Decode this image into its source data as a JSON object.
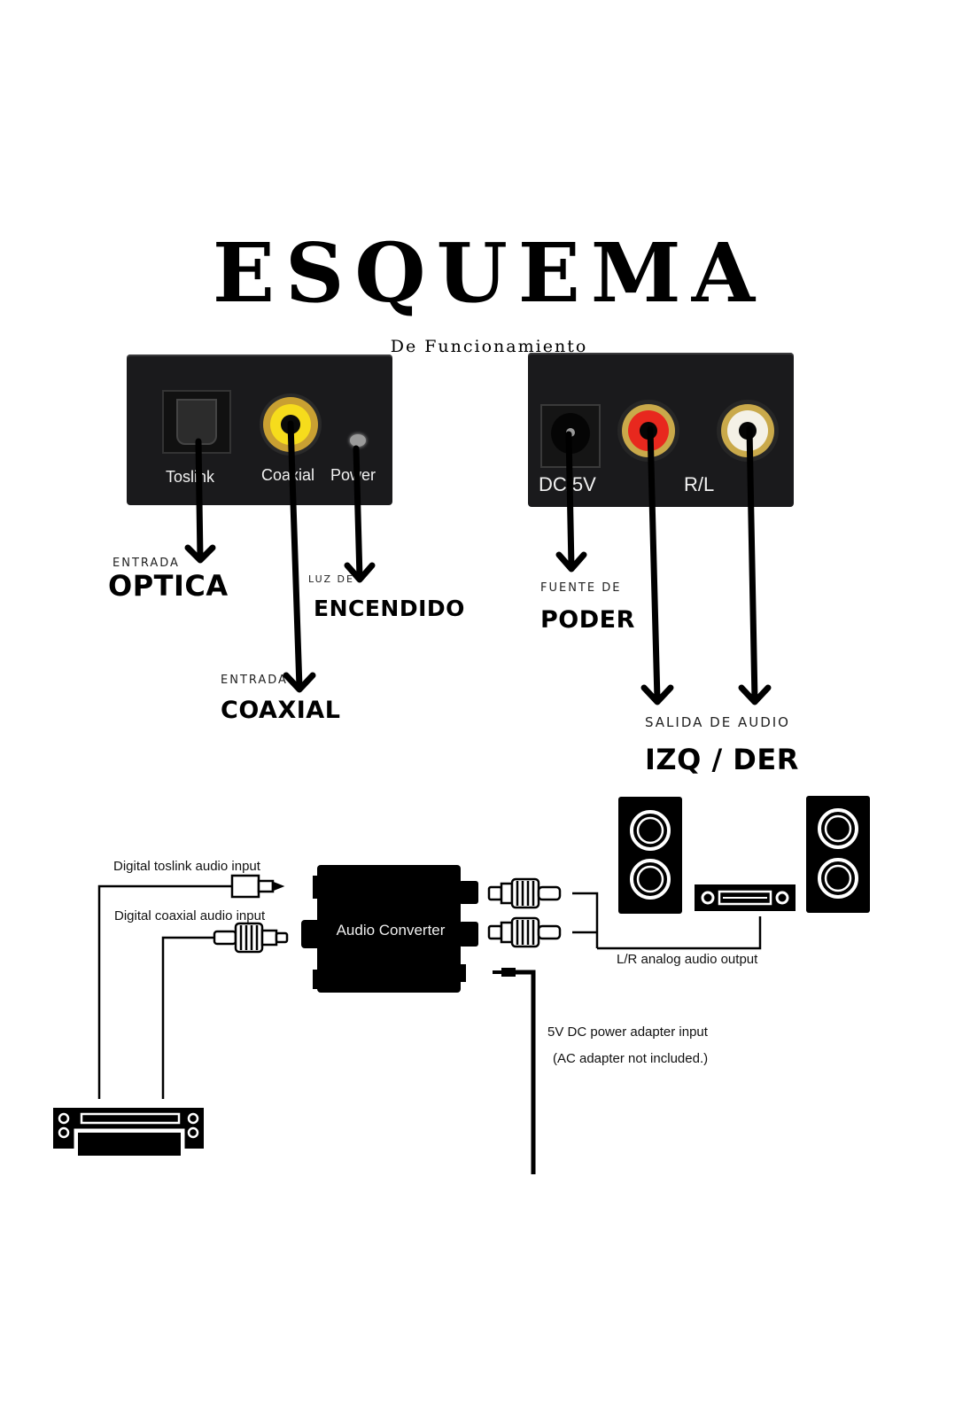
{
  "header": {
    "title": "ESQUEMA",
    "subtitle": "De Funcionamiento"
  },
  "front_panel": {
    "ports": [
      {
        "label": "Toslink",
        "color": "#2a2a2a"
      },
      {
        "label": "Coaxial",
        "color": "#f2d21b"
      },
      {
        "label": "Power",
        "color": "#8a8a8a"
      }
    ]
  },
  "back_panel": {
    "labels": {
      "dc": "DC/5V",
      "rl": "R/L"
    },
    "jack_colors": {
      "left": "#e8281e",
      "right": "#f4f1e6"
    }
  },
  "callouts": [
    {
      "small": "ENTRADA",
      "big": "OPTICA"
    },
    {
      "small": "ENTRADA",
      "big": "COAXIAL"
    },
    {
      "small": "LUZ DE",
      "big": "ENCENDIDO"
    },
    {
      "small": "FUENTE DE",
      "big": "PODER"
    },
    {
      "small": "SALIDA DE AUDIO",
      "big": "IZQ / DER"
    }
  ],
  "diagram": {
    "converter_label": "Audio Converter",
    "toslink_input": "Digital toslink audio input",
    "coaxial_input": "Digital coaxial audio input",
    "analog_output": "L/R analog audio output",
    "power_line1": "5V DC power adapter input",
    "power_line2": "(AC adapter not included.)"
  }
}
